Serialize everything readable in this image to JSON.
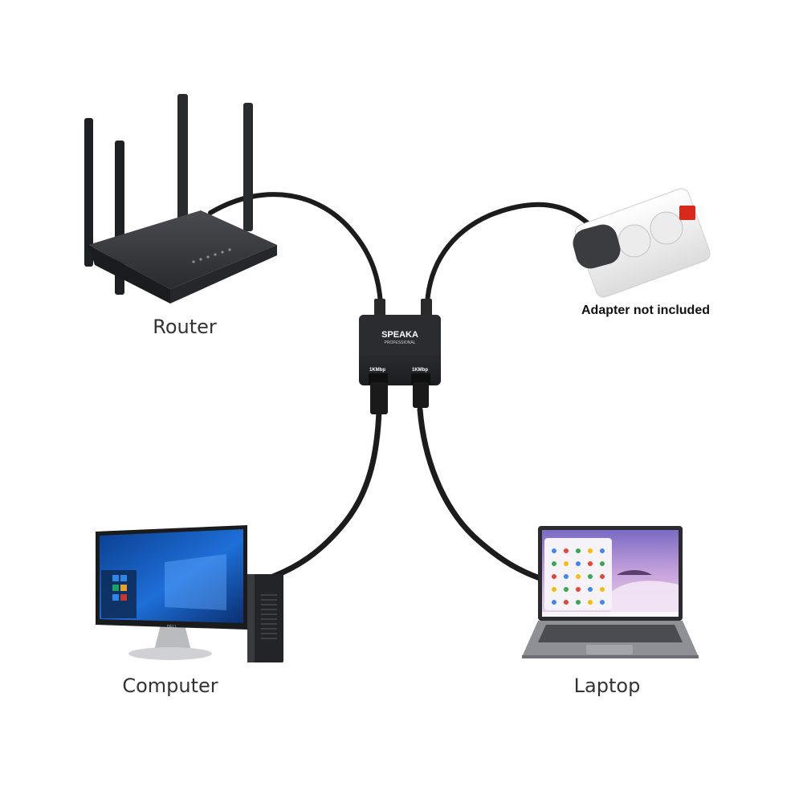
{
  "labels": {
    "router": "Router",
    "computer": "Computer",
    "laptop": "Laptop",
    "adapter_note": "Adapter not included"
  },
  "switch": {
    "brand": "SPEAKA",
    "sub": "PROFESSIONAL",
    "port_left": "1KMbp",
    "port_right": "1KMbp"
  },
  "monitor_brand": "DELL",
  "colors": {
    "device_dark": "#2b2c2f",
    "cable": "#1c1c1c",
    "power_strip": "#f2f2f2",
    "power_switch": "#d9291c",
    "screen_blue": "#1e6fd9",
    "laptop_wallpaper": "#a98bd1"
  }
}
